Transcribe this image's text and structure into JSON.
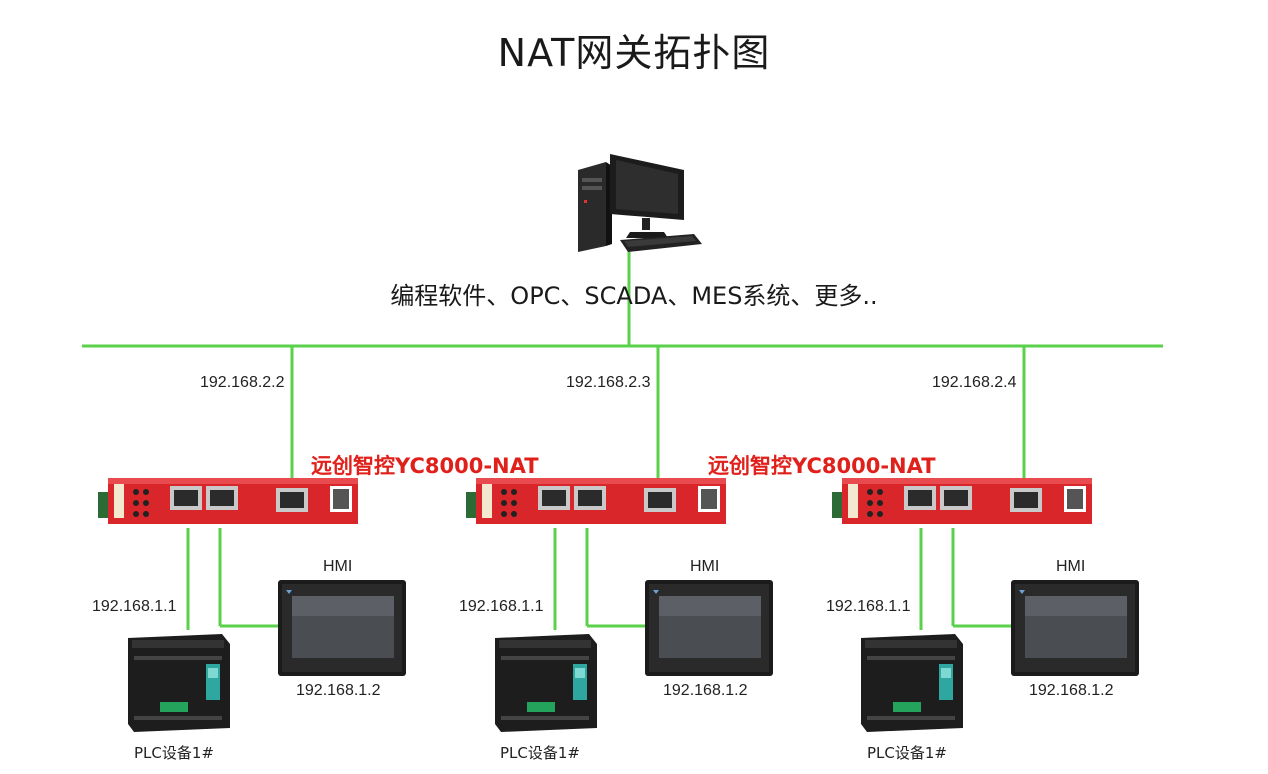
{
  "title": "NAT网关拓扑图",
  "pc": {
    "caption": "编程软件、OPC、SCADA、MES系统、更多.."
  },
  "gateways": [
    {
      "wan_ip": "192.168.2.2",
      "plc_ip": "192.168.1.1",
      "hmi_ip": "192.168.1.2",
      "hmi_label": "HMI",
      "plc_label": "PLC设备1#",
      "device_label": "远创智控YC8000-NAT"
    },
    {
      "wan_ip": "192.168.2.3",
      "plc_ip": "192.168.1.1",
      "hmi_ip": "192.168.1.2",
      "hmi_label": "HMI",
      "plc_label": "PLC设备1#",
      "device_label": "远创智控YC8000-NAT"
    },
    {
      "wan_ip": "192.168.2.4",
      "plc_ip": "192.168.1.1",
      "hmi_ip": "192.168.1.2",
      "hmi_label": "HMI",
      "plc_label": "PLC设备1#",
      "device_label": ""
    }
  ],
  "colors": {
    "network_line": "#5ad14a",
    "device_body": "#d9262a",
    "label_red": "#e0201a",
    "monitor": "#1b1b1b"
  }
}
